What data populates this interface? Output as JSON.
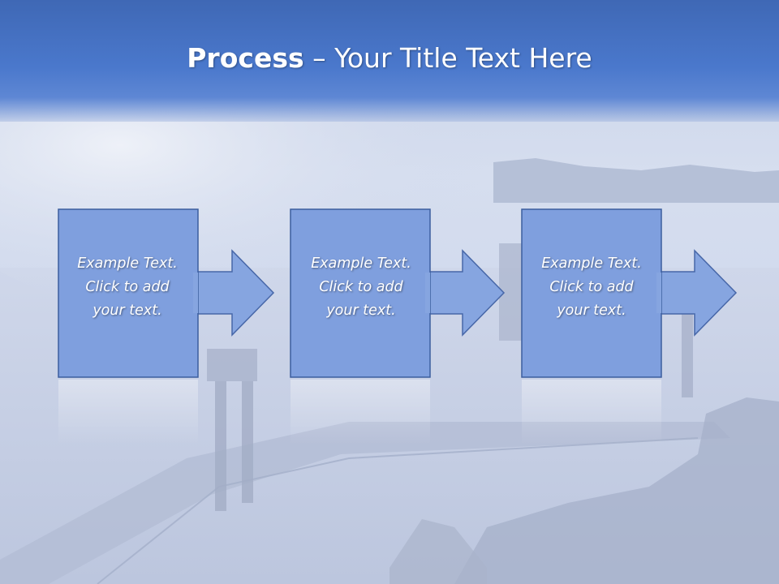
{
  "title": {
    "bold": "Process",
    "rest": " – Your Title Text Here"
  },
  "steps": [
    {
      "lines": [
        "Example Text.",
        "Click  to add",
        "your text."
      ]
    },
    {
      "lines": [
        "Example Text.",
        "Click  to add",
        "your text."
      ]
    },
    {
      "lines": [
        "Example Text.",
        "Click  to add",
        "your text."
      ]
    }
  ],
  "colors": {
    "title_band": "#4a78cc",
    "box_fill": "#7f9fde",
    "box_border": "#3c5e9e",
    "arrow_fill": "#86a5e0"
  }
}
